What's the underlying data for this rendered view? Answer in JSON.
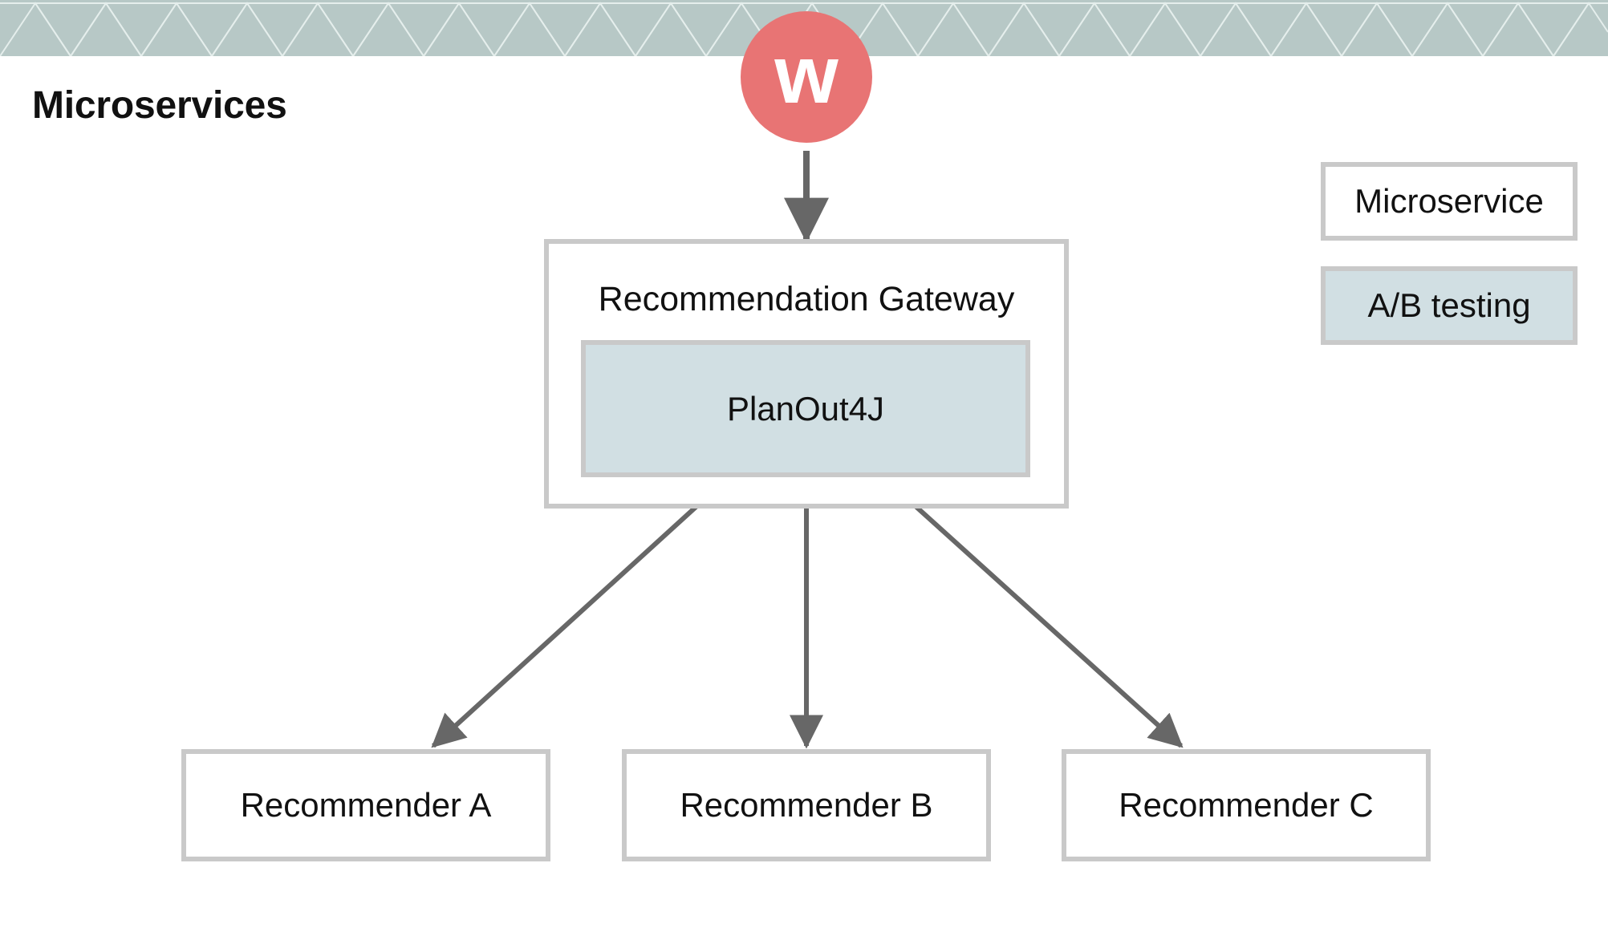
{
  "page_title": "Microservices",
  "logo_text": "w",
  "gateway": {
    "label": "Recommendation Gateway",
    "inner_label": "PlanOut4J"
  },
  "recommenders": [
    {
      "label": "Recommender A"
    },
    {
      "label": "Recommender B"
    },
    {
      "label": "Recommender C"
    }
  ],
  "legend": [
    {
      "label": "Microservice",
      "fill": "#ffffff",
      "border": "#c9c9c9"
    },
    {
      "label": "A/B testing",
      "fill": "#d1dfe3",
      "border": "#c9c9c9"
    }
  ],
  "colors": {
    "header_band": "#b7c8c6",
    "header_pattern": "#e5eeec",
    "logo": "#e87474",
    "arrow": "#676767",
    "box_border": "#c9c9c9",
    "ab_fill": "#d1dfe3"
  }
}
